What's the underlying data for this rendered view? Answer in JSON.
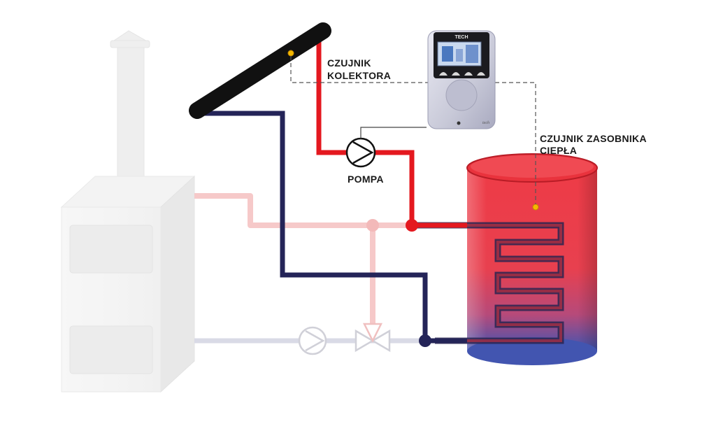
{
  "labels": {
    "collector_sensor_line1": "CZUJNIK",
    "collector_sensor_line2": "KOLEKTORA",
    "pump": "POMPA",
    "tank_sensor_line1": "CZUJNIK ZASOBNIKA",
    "tank_sensor_line2": "CIEPŁA"
  },
  "controller": {
    "brand": "TECH"
  },
  "colors": {
    "hot_pipe": "#e4181f",
    "cold_pipe": "#242458",
    "faded_hot_pipe": "#f6c9c9",
    "faded_cold_pipe": "#d9dae6",
    "sensor_dot": "#f5b800",
    "collector": "#111111",
    "tank_top": "#f0404a",
    "tank_bottom": "#3f53b0"
  }
}
